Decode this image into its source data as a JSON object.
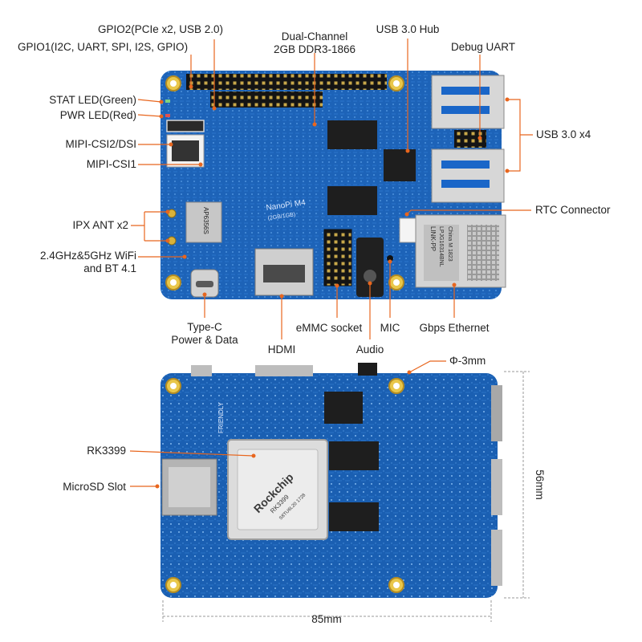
{
  "colors": {
    "board": "#1d63b8",
    "board_dark": "#154f97",
    "accent_orange": "#e8661e",
    "label_text": "#222222",
    "leader": "#e8661e",
    "dimension": "#9a9a9a"
  },
  "top_view": {
    "callouts": {
      "gpio2": "GPIO2(PCIe x2, USB 2.0)",
      "gpio1": "GPIO1(I2C, UART, SPI, I2S, GPIO)",
      "stat_led": "STAT LED(Green)",
      "pwr_led": "PWR LED(Red)",
      "mipi_csi2": "MIPI-CSI2/DSI",
      "mipi_csi1": "MIPI-CSI1",
      "ipx_ant": "IPX ANT x2",
      "wifi_line1": "2.4GHz&5GHz WiFi",
      "wifi_line2": "and BT 4.1",
      "ddr_line1": "Dual-Channel",
      "ddr_line2": "2GB DDR3-1866",
      "usb_hub": "USB 3.0 Hub",
      "debug_uart": "Debug UART",
      "usb30": "USB 3.0 x4",
      "rtc": "RTC Connector",
      "typec_line1": "Type-C",
      "typec_line2": "Power & Data",
      "hdmi": "HDMI",
      "emmc": "eMMC socket",
      "audio": "Audio",
      "mic": "MIC",
      "ethernet": "Gbps Ethernet"
    },
    "silkscreen": {
      "board_name": "NanoPi M4",
      "board_sub": "(2GB/1GB)",
      "ethernet_brand": "LINK-PP",
      "ethernet_part": "LPJG16314BNL",
      "ethernet_origin": "China M 1823",
      "wifi_module": "AP6356S"
    }
  },
  "bottom_view": {
    "callouts": {
      "soc": "RK3399",
      "microsd": "MicroSD Slot",
      "hole": "Φ-3mm"
    },
    "dimensions": {
      "width": "85mm",
      "height": "56mm"
    },
    "silkscreen": {
      "soc_brand": "Rockchip",
      "soc_part": "RK3399",
      "soc_code": "S8TU6L20 1728",
      "brand": "FRIENDLY"
    }
  }
}
